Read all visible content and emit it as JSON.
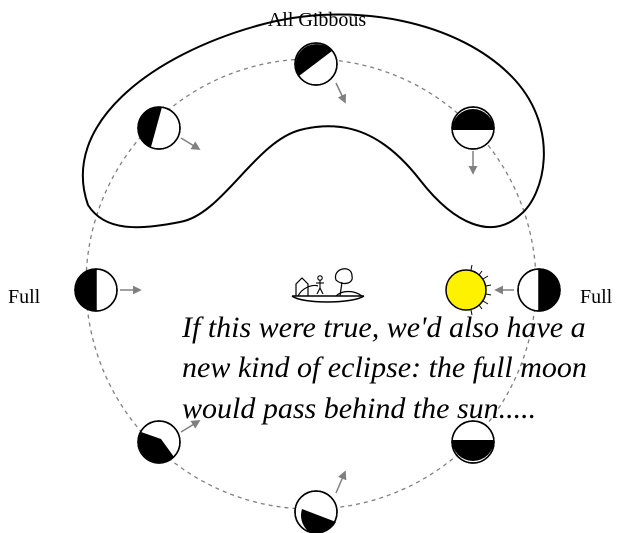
{
  "labels": {
    "top": "All Gibbous",
    "left": "Full",
    "right": "Full"
  },
  "caption_lines": [
    "If this were true, we'd also have a",
    "new kind of eclipse:  the full moon",
    "would pass behind the sun....."
  ],
  "colors": {
    "sun_fill": "#FFF200",
    "moon_dark": "#000000",
    "moon_light": "#FFFFFF",
    "arrow": "#808080",
    "orbit": "#808080"
  },
  "icons": {
    "earth": "earth-island-house-person-tree-icon",
    "sun": "sun-icon",
    "moon": "moon-phase-icon",
    "arrow": "motion-arrow-icon"
  }
}
